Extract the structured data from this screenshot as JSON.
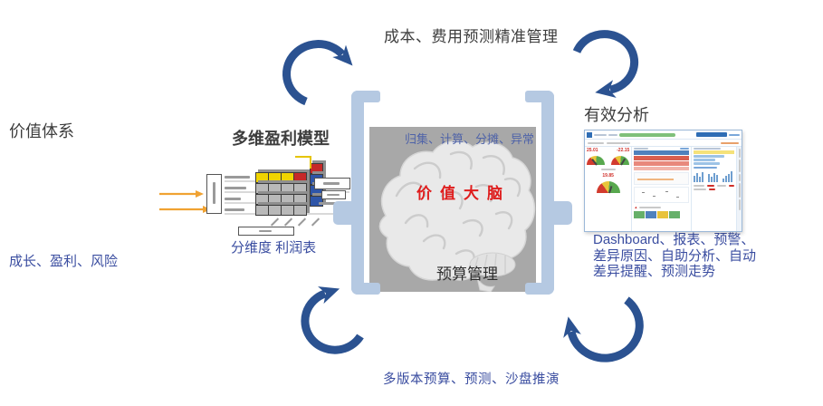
{
  "title_top": "成本、费用预测精准管理",
  "title_bottom": "多版本预算、预测、沙盘推演",
  "left": {
    "title": "价值体系",
    "caption": "成长、盈利、风险"
  },
  "model": {
    "title": "多维盈利模型",
    "caption": "分维度 利润表"
  },
  "brain": {
    "top_caption": "归集、计算、分摊、异常",
    "title": "价值大脑",
    "bottom_caption": "预算管理"
  },
  "analysis": {
    "title": "有效分析",
    "caption_lines": [
      "Dashboard、报表、预警、",
      "差异原因、自助分析、自动",
      "差异提醒、预测走势"
    ],
    "dashboard": {
      "metric1": "25.01",
      "metric2": "-22.15",
      "metric3": "19.85"
    }
  },
  "colors": {
    "arrow_blue": "#2b5291",
    "bracket_blue": "#b5c9e2",
    "panel_gray": "#a8a8a8",
    "accent_red": "#df1d1d",
    "caption_blue": "#3a4da0",
    "gauge_green": "#58a84e",
    "gauge_yellow": "#e8c53a",
    "gauge_red": "#d23b2e",
    "highlight_orange": "#f0a232",
    "cube_yellow": "#f0d400",
    "cube_red": "#c62828",
    "cube_blue": "#2e55a8"
  }
}
